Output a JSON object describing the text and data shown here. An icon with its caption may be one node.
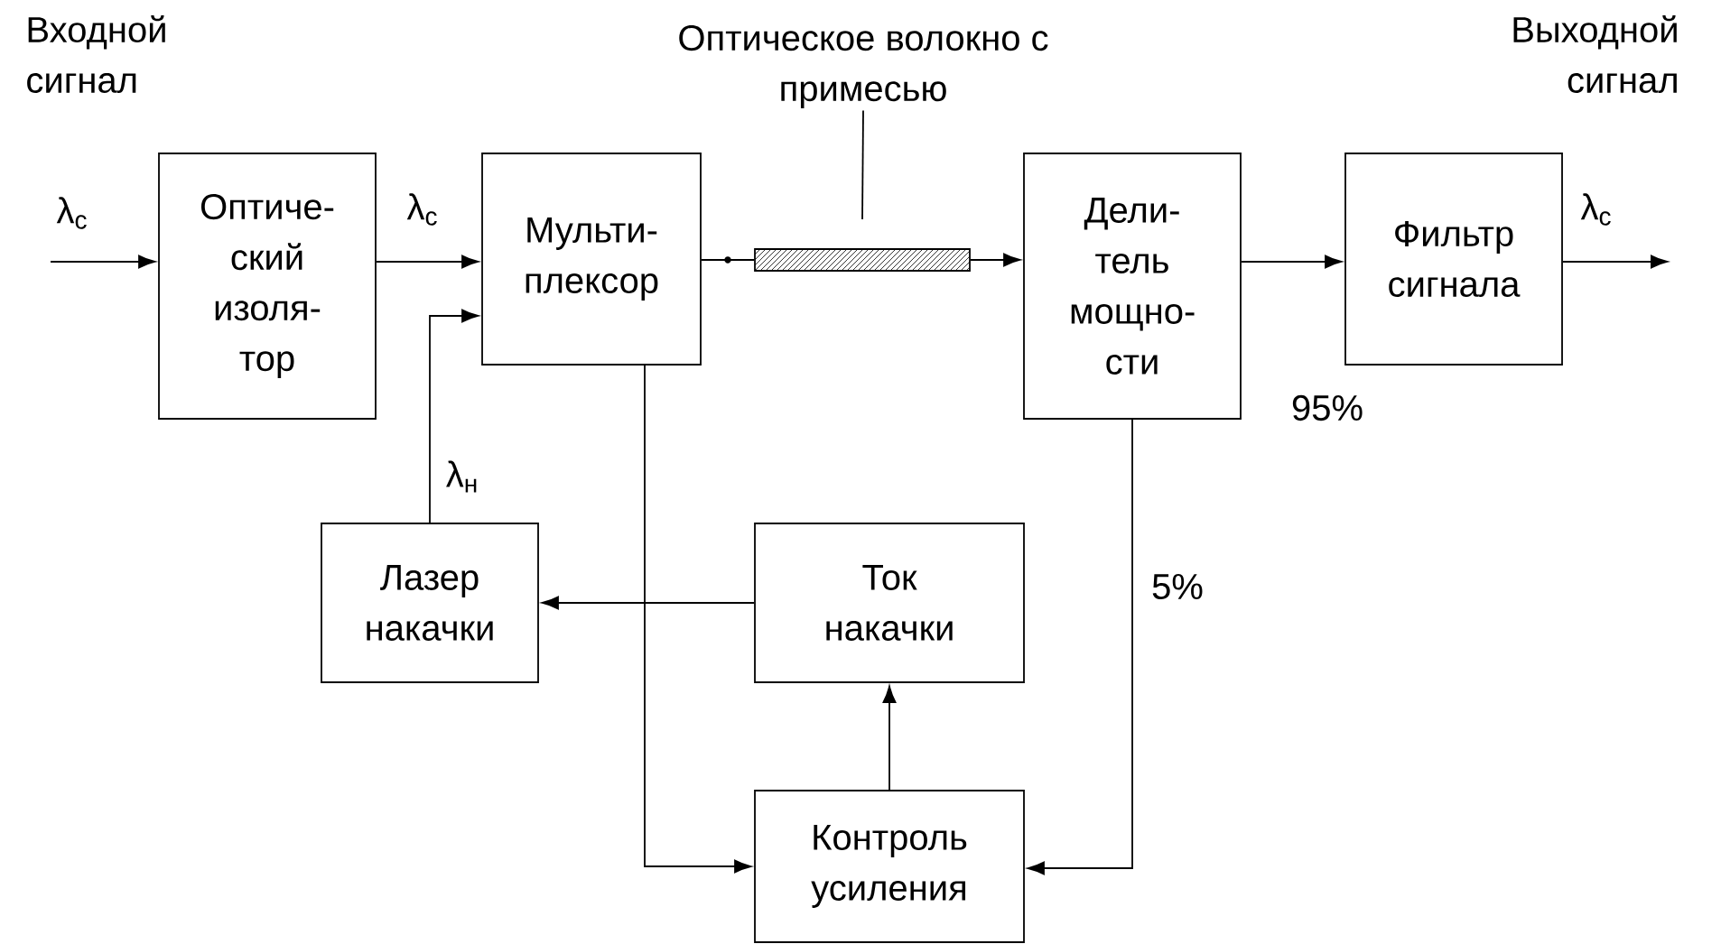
{
  "diagram": {
    "nodes": [
      {
        "text": [
          "Оптиче- ский изоля- тор"
        ]
      },
      {
        "text": [
          "Мульти- плексор"
        ]
      },
      {
        "text": [
          "Оптическое волокно с примесью"
        ]
      },
      {
        "text": [],
        "shape": "bar"
      },
      {
        "text": [
          "Дели- тель мощно- сти"
        ]
      },
      {
        "text": [
          "Фильтр сигнала"
        ]
      },
      {
        "text": [
          "Лазер накачки"
        ]
      },
      {
        "text": [
          "Ток накачки"
        ]
      },
      {
        "text": [
          "Контроль усиления"
        ]
      }
    ],
    "edges": [
      {
        "from": null,
        "to": 0,
        "arrow": "to",
        "label": "λ$_{c}$"
      },
      {
        "from": 0,
        "to": 1,
        "arrow": "to",
        "label": "λ$_{c}$"
      },
      {
        "from": 1,
        "to": 3,
        "arrow": "other"
      },
      {
        "from": 3,
        "to": 4,
        "arrow": "to"
      },
      {
        "from": 4,
        "to": 5,
        "arrow": "to"
      },
      {
        "from": 5,
        "to": null,
        "arrow": "to",
        "label": "λ$_{c}$"
      },
      {
        "from": 6,
        "to": 1,
        "arrow": "to",
        "label": "λ$_{н}$"
      },
      {
        "from": 7,
        "to": 6,
        "arrow": "to"
      },
      {
        "from": 1,
        "to": 8,
        "arrow": "to"
      },
      {
        "from": 4,
        "to": 8,
        "arrow": "to"
      },
      {
        "from": 8,
        "to": 7,
        "arrow": "to"
      },
      {
        "from": 2,
        "to": 3,
        "arrow": "none"
      }
    ],
    "labels": [
      "Входной сигнал",
      "Выходной сигнал",
      "95%",
      "5%"
    ]
  }
}
